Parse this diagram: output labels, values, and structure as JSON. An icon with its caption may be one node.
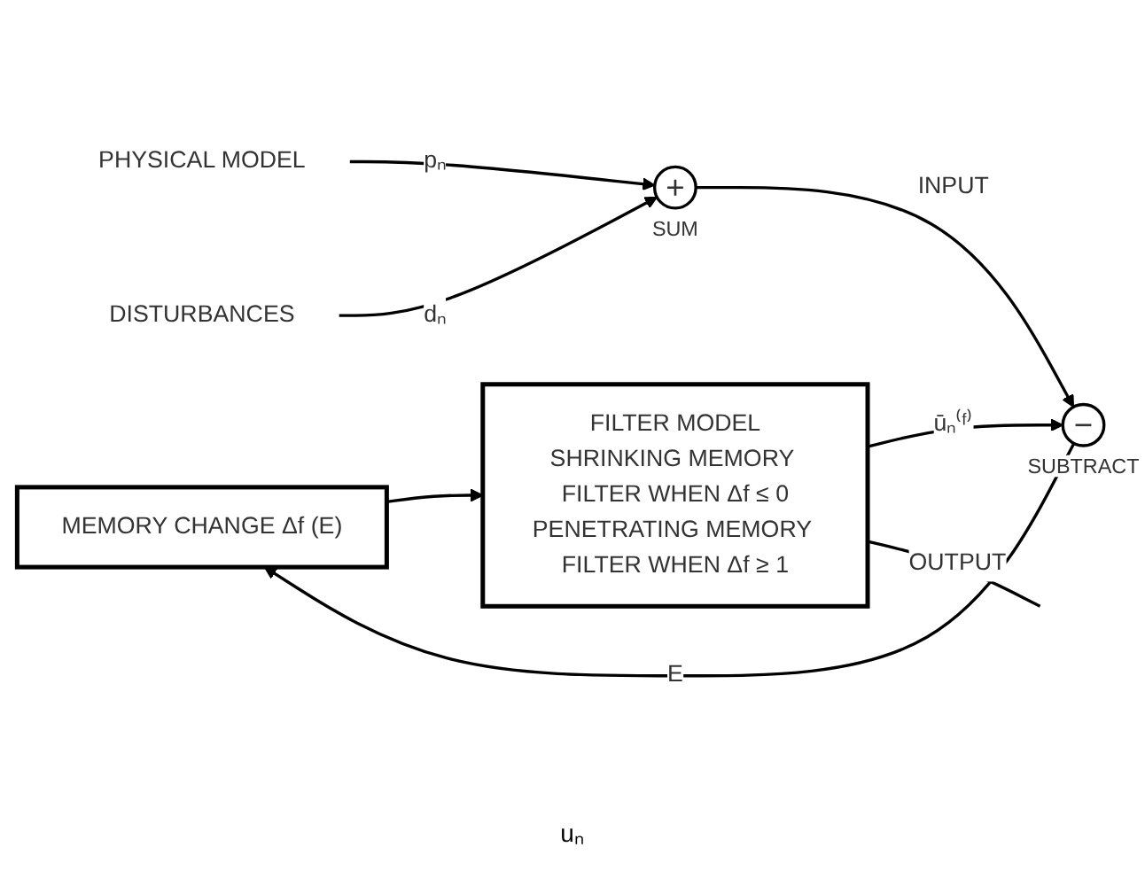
{
  "diagram": {
    "nodes": [
      {
        "text": [
          "MEMORY CHANGE Δf (E)"
        ]
      },
      {
        "text": [
          "FILTER MODEL",
          "SHRINKING MEMORY FILTER WHEN Δf ≤ 0",
          "PENETRATING MEMORY FILTER WHEN Δf ≥ 1"
        ]
      },
      {
        "text": [
          "−"
        ],
        "beside": [
          "SUBTRACT"
        ]
      },
      {
        "text": [
          "+"
        ],
        "beside": [
          "SUM"
        ]
      },
      {
        "text": [
          "PHYSICAL MODEL"
        ]
      },
      {
        "text": [
          "DISTURBANCES"
        ]
      }
    ],
    "edges": [
      {
        "from": 0,
        "to": 1,
        "arrow": "to"
      },
      {
        "from": 1,
        "to": 2,
        "arrow": "to",
        "label": "ūₙ⁽ᶠ⁾"
      },
      {
        "from": 1,
        "to": null,
        "arrow": "none",
        "label": "OUTPUT"
      },
      {
        "from": 2,
        "to": 0,
        "arrow": "to",
        "label": "E"
      },
      {
        "from": 4,
        "to": 3,
        "arrow": "to",
        "label": "pₙ"
      },
      {
        "from": 5,
        "to": 3,
        "arrow": "to",
        "label": "dₙ"
      },
      {
        "from": 3,
        "to": 2,
        "arrow": "to",
        "label": "INPUT"
      }
    ],
    "labels": [
      "uₙ"
    ]
  }
}
